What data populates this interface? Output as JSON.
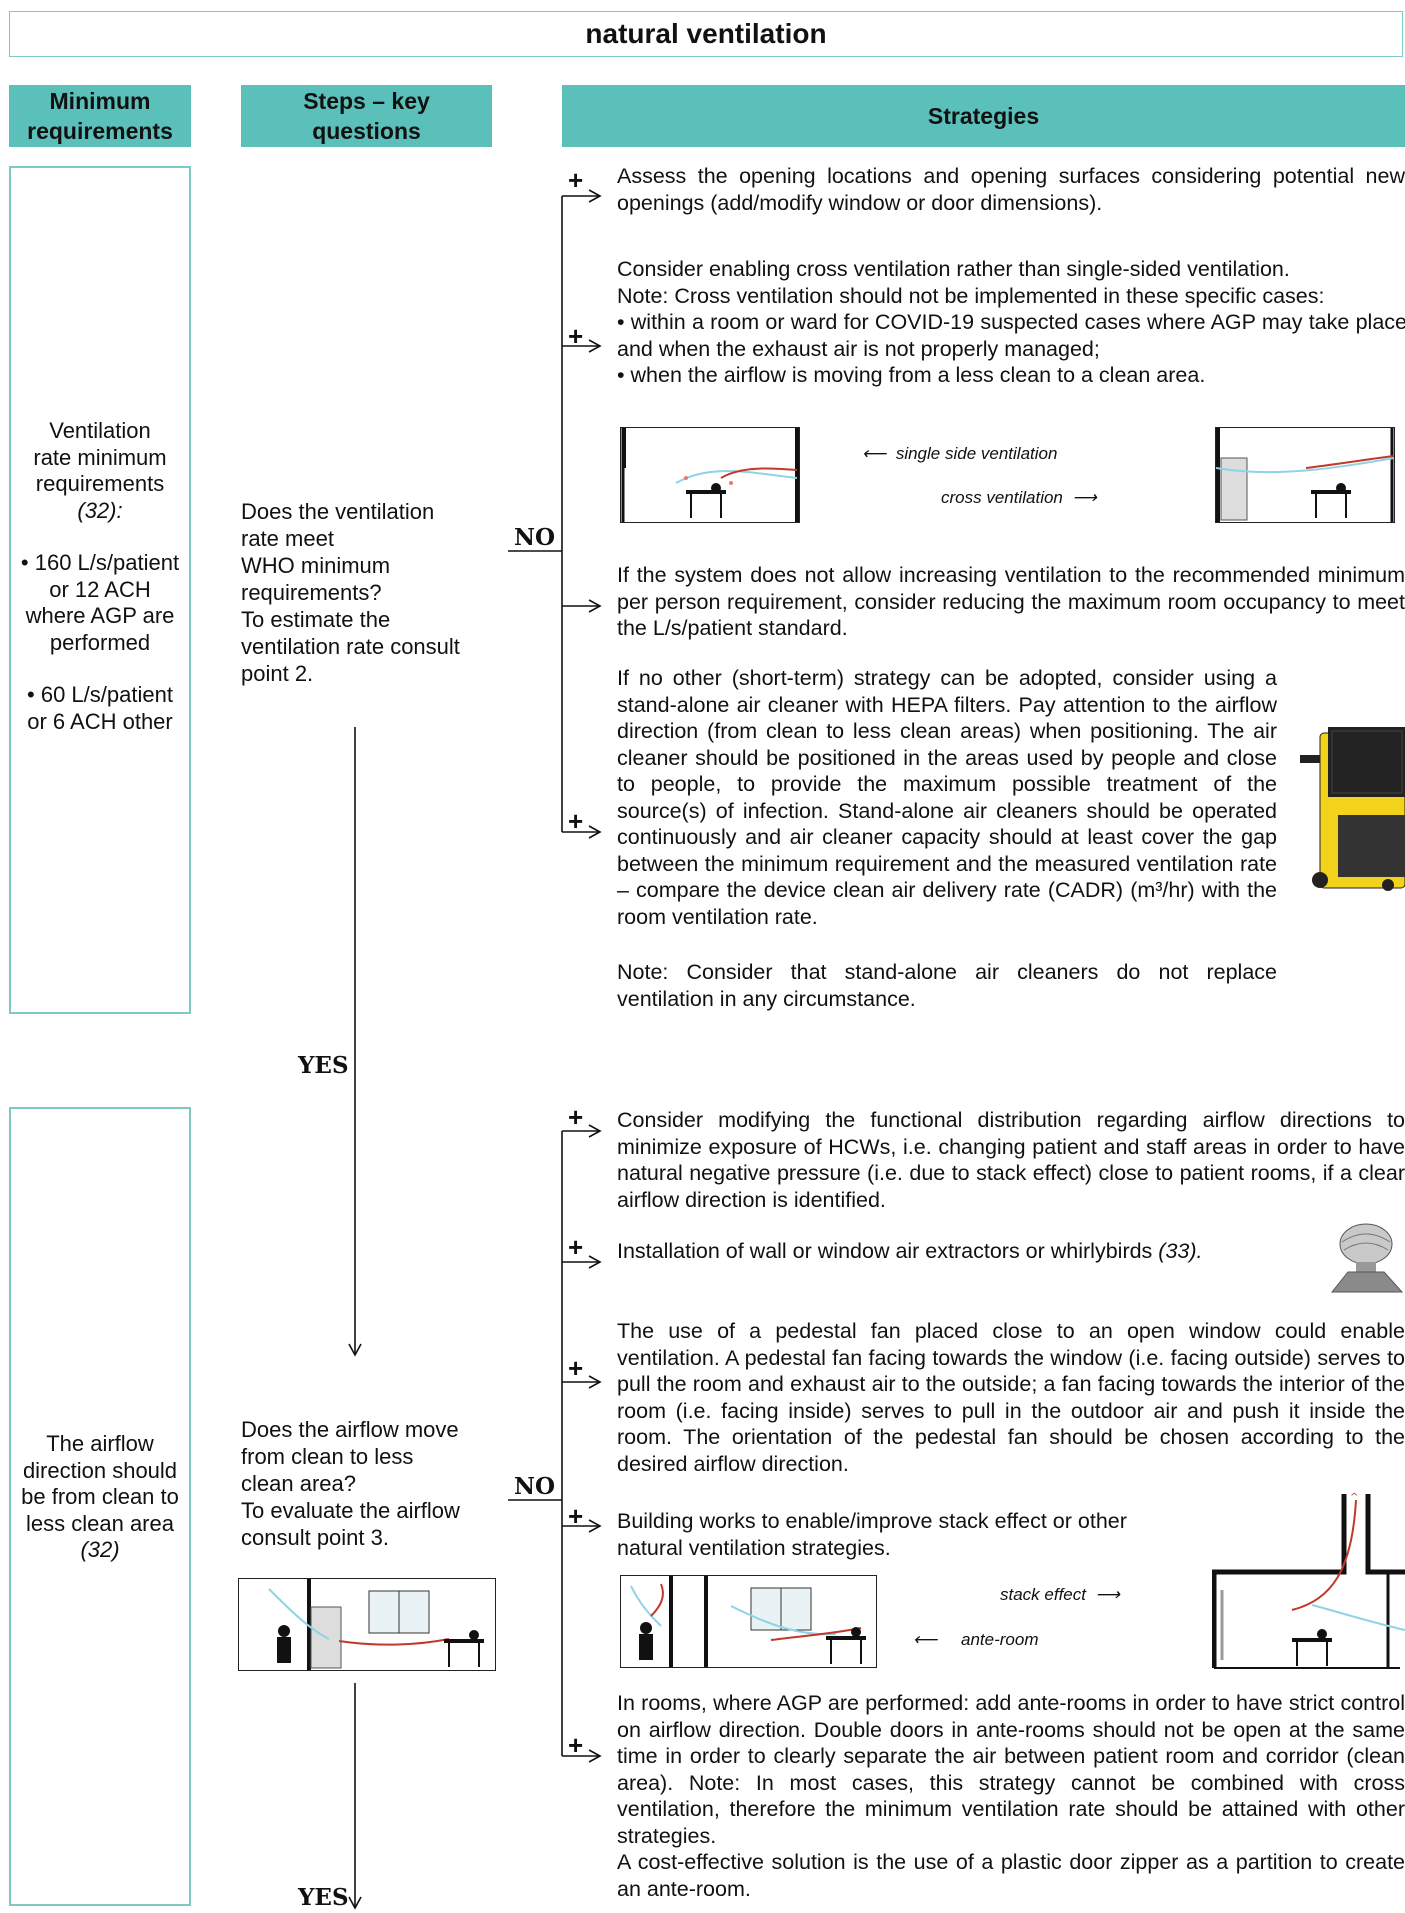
{
  "title": "natural ventilation",
  "headers": {
    "minimum_requirements": [
      "Minimum",
      "requirements"
    ],
    "steps": [
      "Steps – key",
      "questions"
    ],
    "strategies": "Strategies"
  },
  "section1": {
    "requirement": {
      "lines": [
        "Ventilation",
        "rate minimum",
        "requirements",
        "(32):",
        "",
        "• 160 L/s/patient",
        "or 12 ACH",
        "where AGP are",
        "performed",
        "",
        "• 60 L/s/patient",
        "or 6 ACH other"
      ]
    },
    "question": [
      "Does the ventilation",
      "rate meet",
      "WHO minimum",
      "requirements?",
      "To estimate the",
      "ventilation rate consult",
      "point 2."
    ],
    "no_label": "NO",
    "yes_label": "YES",
    "strategies": {
      "s1": "Assess the opening locations and opening surfaces considering potential new openings (add/modify window or door dimensions).",
      "s2": [
        "Consider enabling cross ventilation rather than single-sided ventilation.",
        "Note: Cross ventilation should not be implemented in these specific cases:",
        "• within a room or ward for COVID-19 suspected cases where AGP may take place and when the exhaust air is not properly managed;",
        "• when the airflow is moving from a less clean to a clean area."
      ],
      "single_side_caption": "single side ventilation",
      "cross_caption": "cross ventilation",
      "s3": "If the system does not allow increasing ventilation to the recommended minimum per person requirement, consider reducing the maximum room occupancy to meet the L/s/patient standard.",
      "s4": "If no other (short-term) strategy can be adopted, consider using a stand-alone air cleaner with HEPA filters. Pay attention to the airflow direction (from clean to less clean areas) when positioning. The air cleaner should be positioned in the areas used by people and close to people, to provide the maximum possible treatment of the source(s) of infection. Stand-alone air cleaners should be operated continuously and air cleaner capacity should at least cover the gap between the minimum requirement and the measured ventilation rate – compare the device clean air delivery rate (CADR) (m³/hr) with the room ventilation rate.",
      "s4_note": "Note: Consider that stand-alone air cleaners do not replace ventilation in any circumstance."
    }
  },
  "section2": {
    "requirement": {
      "lines": [
        "The airflow",
        "direction should",
        "be from clean to",
        "less clean area",
        "(32)"
      ]
    },
    "question": [
      "Does the airflow move",
      "from clean to less",
      "clean area?",
      "To evaluate the airflow",
      "consult point 3."
    ],
    "no_label": "NO",
    "yes_label": "YES",
    "strategies": {
      "s1": "Consider modifying the functional distribution regarding airflow directions to minimize exposure of HCWs, i.e. changing patient and staff areas in order to have natural negative pressure (i.e. due to stack effect) close to patient rooms, if a clear airflow direction is identified.",
      "s2_main": "Installation of wall or window air extractors or whirlybirds ",
      "s2_ref": "(33).",
      "s3": "The use of a pedestal fan placed close to an open window could enable ventilation. A pedestal fan facing towards the window (i.e. facing outside) serves to pull the room and exhaust air to the outside; a fan facing towards the interior of the room (i.e. facing inside) serves to pull in the outdoor air and push it inside the room. The orientation of the pedestal fan should be chosen according to the desired airflow direction.",
      "s4": [
        "Building works to enable/improve stack effect or other",
        "natural ventilation strategies."
      ],
      "stack_caption": "stack effect",
      "ante_caption": "ante-room",
      "s5": "In rooms, where AGP are performed: add ante-rooms in order to have strict control on airflow direction. Double doors in ante-rooms should not be open at the same time in order to clearly separate the air between patient room and corridor (clean area). Note: In most cases, this strategy cannot be combined with cross ventilation, therefore the minimum ventilation rate should be attained with other strategies.",
      "s5_extra": "A cost-effective solution is the use of a plastic door zipper as a partition to create an ante-room."
    }
  },
  "plus_symbol": "+",
  "colors": {
    "header_bg": "#5bbfba",
    "border": "#7fc9c4"
  }
}
